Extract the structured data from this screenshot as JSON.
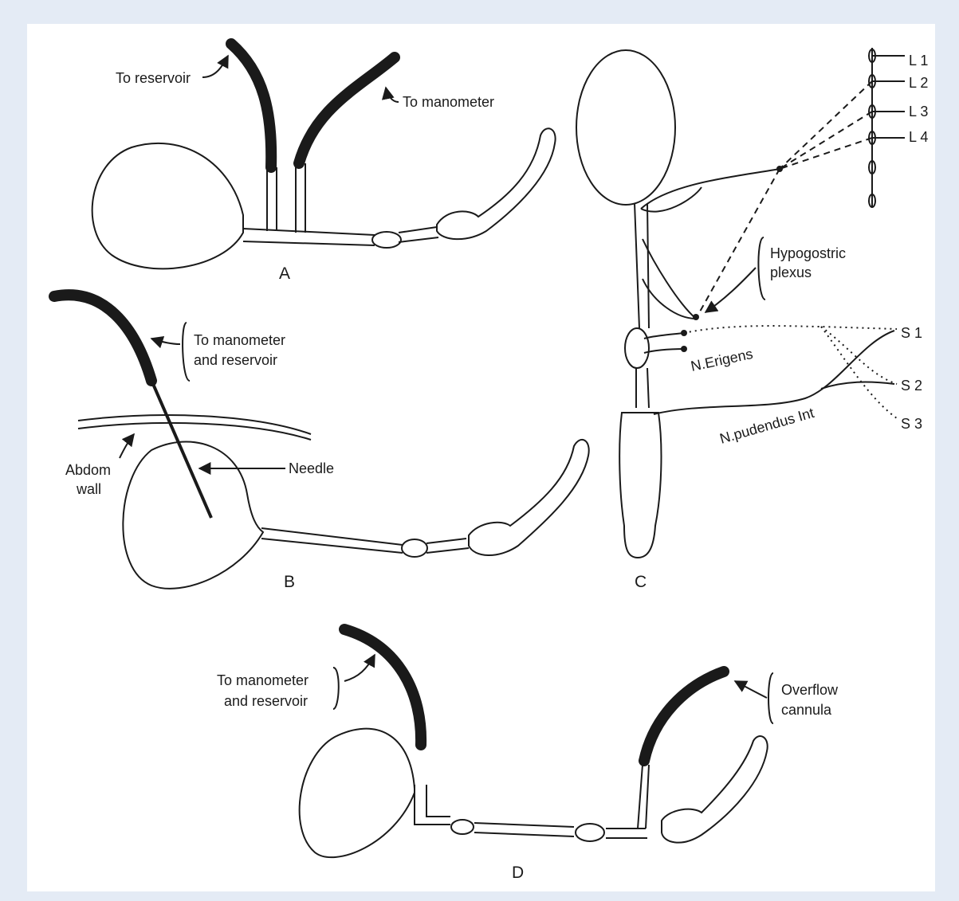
{
  "panel_a": {
    "panel_letter": "A",
    "label_reservoir": "To reservoir",
    "label_manometer": "To manometer"
  },
  "panel_b": {
    "panel_letter": "B",
    "label_manometer_reservoir_1": "To manometer",
    "label_manometer_reservoir_2": "and reservoir",
    "label_abdom_1": "Abdom",
    "label_abdom_2": "wall",
    "label_needle": "Needle"
  },
  "panel_c": {
    "panel_letter": "C",
    "lumbar_levels": [
      "L 1",
      "L 2",
      "L 3",
      "L 4"
    ],
    "sacral_levels": [
      "S 1",
      "S 2",
      "S 3"
    ],
    "label_hypogastric_1": "Hypogostric",
    "label_hypogastric_2": "plexus",
    "label_erigens": "N.Erigens",
    "label_pudendus": "N.pudendus Int"
  },
  "panel_d": {
    "panel_letter": "D",
    "label_manometer_reservoir_1": "To manometer",
    "label_manometer_reservoir_2": "and reservoir",
    "label_overflow_1": "Overflow",
    "label_overflow_2": "cannula"
  },
  "colors": {
    "outer_background": "#e4ebf5",
    "panel_background": "#ffffff",
    "ink": "#1a1a1a"
  }
}
